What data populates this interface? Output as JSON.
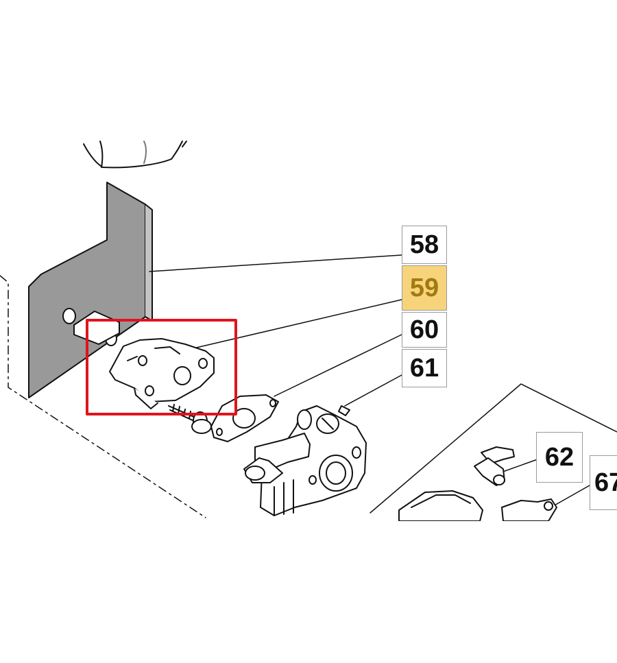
{
  "colors": {
    "highlight_fill": "#f7d47c",
    "highlight_text": "#a27a0f",
    "highlight_box": "#e0141c",
    "part_fill": "#999999",
    "line": "#111111"
  },
  "callouts": [
    {
      "number": "58",
      "highlighted": false
    },
    {
      "number": "59",
      "highlighted": true
    },
    {
      "number": "60",
      "highlighted": false
    },
    {
      "number": "61",
      "highlighted": false
    },
    {
      "number": "62",
      "highlighted": false
    },
    {
      "number": "67",
      "highlighted": false
    }
  ]
}
